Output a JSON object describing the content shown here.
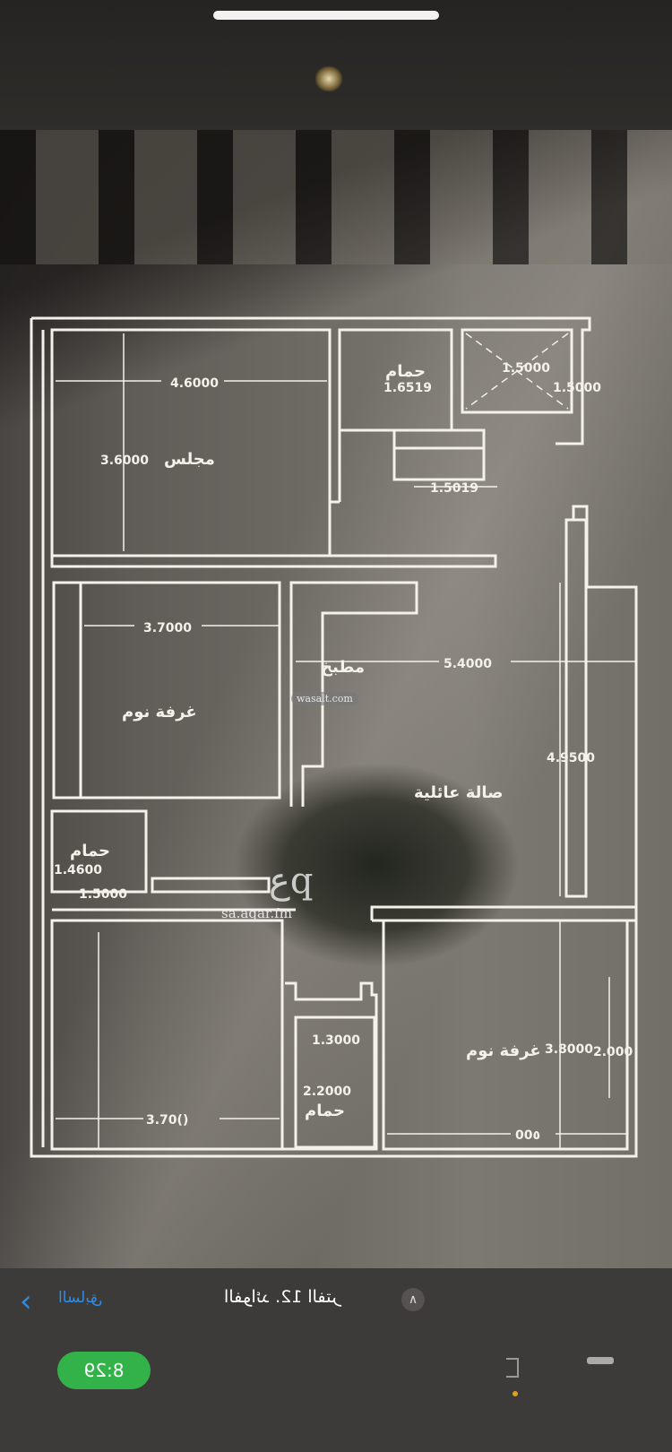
{
  "plan": {
    "rooms": {
      "majlis": "مجلس",
      "bath_top": "حمام",
      "bedroom_1": "غرفة نوم",
      "kitchen": "مطبخ",
      "family_hall": "صالة عائلية",
      "bath_small": "حمام",
      "bath_bottom": "حمام",
      "bedroom_2": "غرفة نوم"
    },
    "dimensions": {
      "majlis_w": "4.6000",
      "majlis_h": "3.6000",
      "bath_top_w": "1.6519",
      "shower_w": "1.5000",
      "shower_h": "1.5000",
      "stair_w": "1.5019",
      "bedroom1_w": "3.7000",
      "hall_w": "5.4000",
      "hall_h": "4.9500",
      "bath_small_h": "1.4600",
      "bath_small_w": "1.5000",
      "bath_bottom_w": "1.3000",
      "bath_bottom_h": "2.2000",
      "bedroom3_w": "3.70()",
      "bedroom2_h": "3.8000",
      "bedroom2_side": "2.000",
      "bedroom2_w": "00٥"
    }
  },
  "watermarks": {
    "wasalt": "wasalt.com",
    "aqar_logo": "عq",
    "aqar": "sa.aqar.fm"
  },
  "nav": {
    "back_label": "ﺍﻟﺴﺎﺑﻖ",
    "title": "ﺍﻟﻔﻮﺍﺋﺪ .12 ﺍﻟﻔﺘﺮ",
    "expand_icon": "chevron-up-icon"
  },
  "status": {
    "time": "8:29"
  }
}
